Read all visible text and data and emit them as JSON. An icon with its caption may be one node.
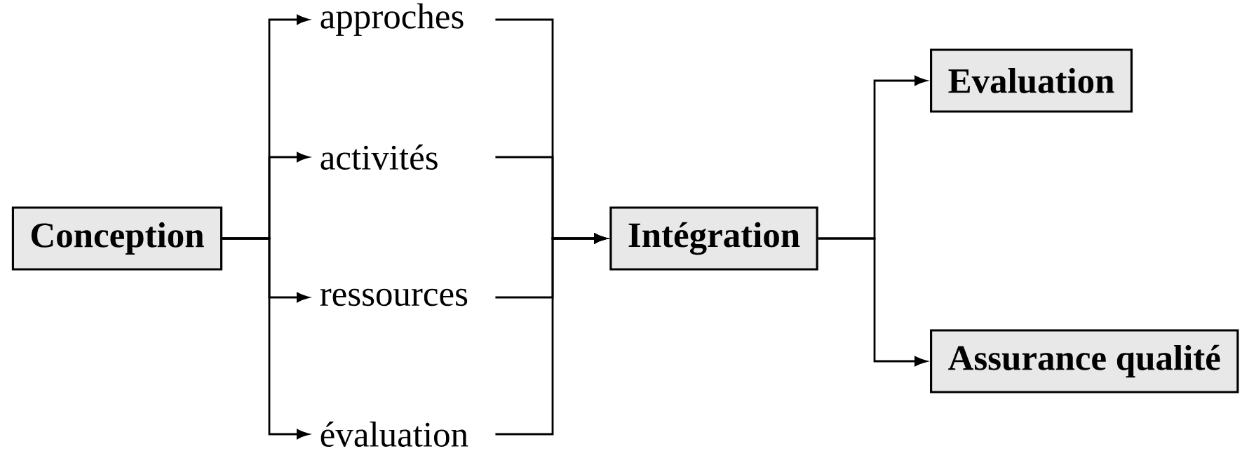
{
  "diagram": {
    "nodes": [
      {
        "text": [
          "Conception"
        ]
      },
      {
        "text": [
          "approches"
        ]
      },
      {
        "text": [
          "activités"
        ]
      },
      {
        "text": [
          "ressources"
        ]
      },
      {
        "text": [
          "évaluation"
        ]
      },
      {
        "text": [
          "Intégration"
        ]
      },
      {
        "text": [
          "Evaluation"
        ]
      },
      {
        "text": [
          "Assurance qualité"
        ]
      }
    ],
    "edges": [
      {
        "from": 0,
        "to": 1,
        "arrow": "to"
      },
      {
        "from": 0,
        "to": 2,
        "arrow": "to"
      },
      {
        "from": 0,
        "to": 3,
        "arrow": "to"
      },
      {
        "from": 0,
        "to": 4,
        "arrow": "to"
      },
      {
        "from": 1,
        "to": 5,
        "arrow": "to"
      },
      {
        "from": 2,
        "to": 5,
        "arrow": "to"
      },
      {
        "from": 3,
        "to": 5,
        "arrow": "to"
      },
      {
        "from": 4,
        "to": 5,
        "arrow": "to"
      },
      {
        "from": 5,
        "to": 6,
        "arrow": "to"
      },
      {
        "from": 5,
        "to": 7,
        "arrow": "to"
      }
    ]
  }
}
